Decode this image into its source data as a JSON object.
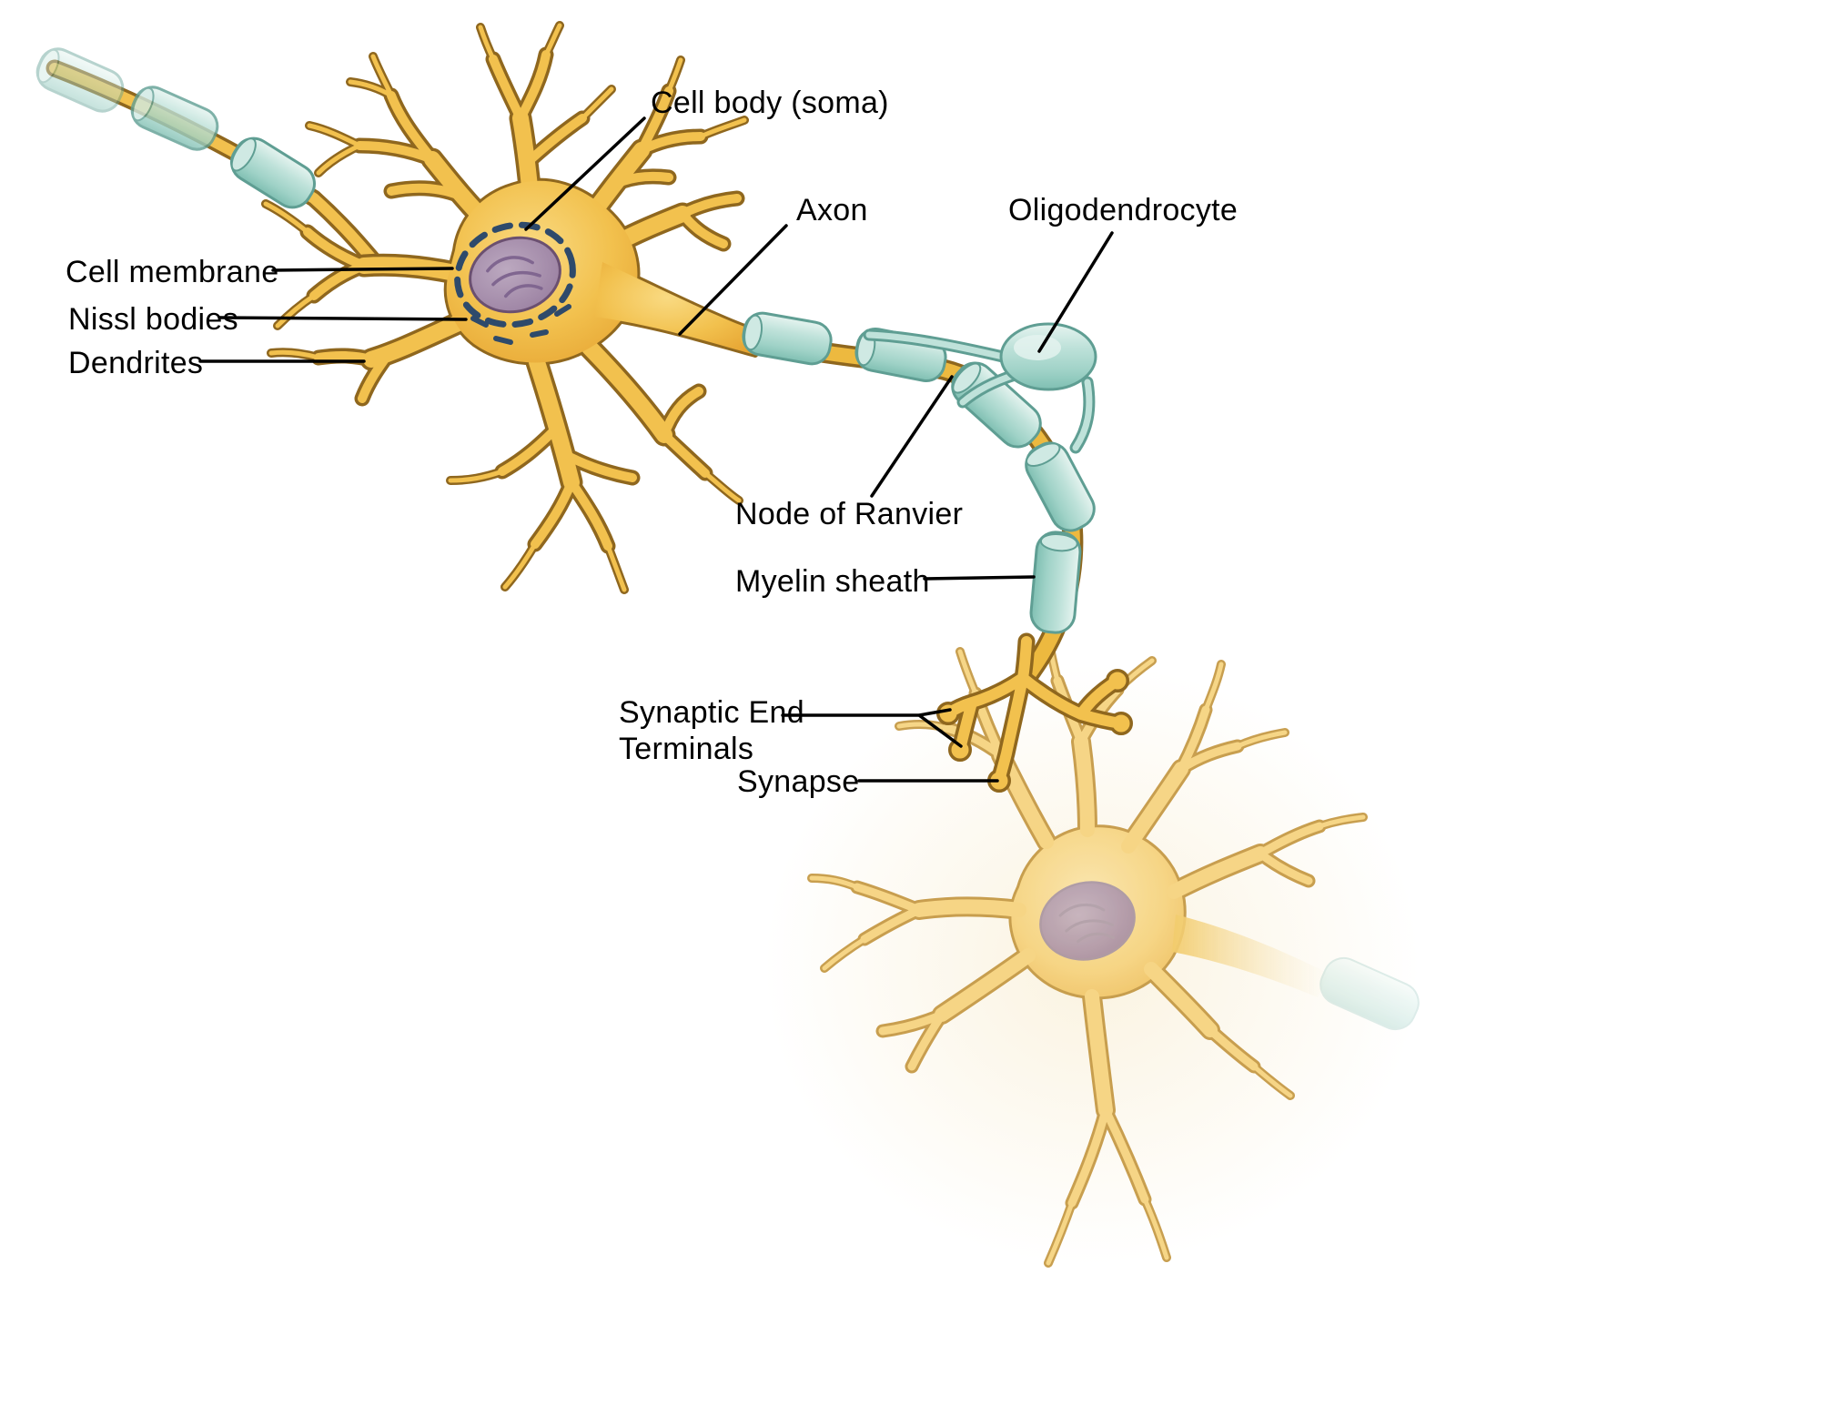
{
  "diagram": {
    "subject": "neuron-anatomy",
    "labels": {
      "cell_body": "Cell body (soma)",
      "axon": "Axon",
      "oligodendrocyte": "Oligodendrocyte",
      "cell_membrane": "Cell membrane",
      "nissl_bodies": "Nissl bodies",
      "dendrites": "Dendrites",
      "node_of_ranvier": "Node of Ranvier",
      "myelin_sheath": "Myelin sheath",
      "synaptic_end_terminals": "Synaptic End\nTerminals",
      "synapse": "Synapse"
    },
    "colors": {
      "neuron_body": "#F2C14E",
      "neuron_outline": "#8F671E",
      "neuron2_body": "#F6D37E",
      "neuron2_outline": "#C49843",
      "myelin": "#A9D8CE",
      "myelin_light": "#E6F4F0",
      "myelin_outline": "#5F9E93",
      "nucleus": "#A58BA5",
      "nissl_bodies": "#2E4A6B",
      "label_text": "#000000",
      "leader_line": "#000000",
      "background": "#FFFFFF"
    }
  }
}
